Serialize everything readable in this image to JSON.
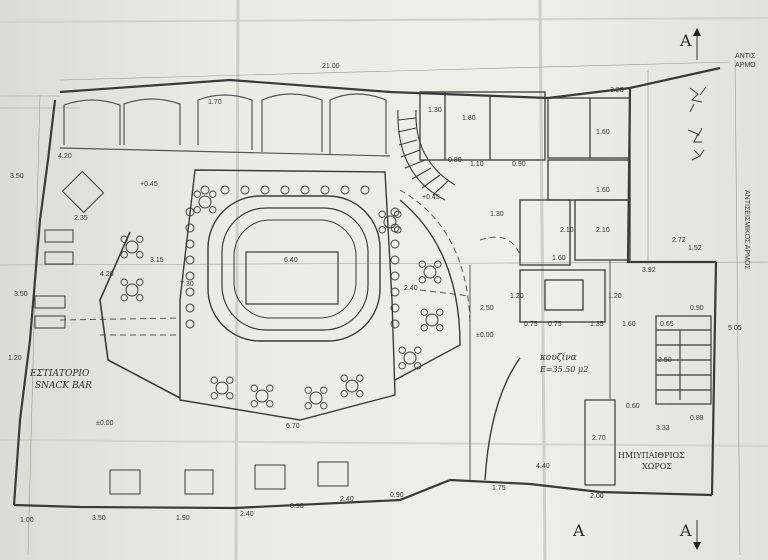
{
  "colors": {
    "paper": "#ecece7",
    "paper_shade": "#d8d8d2",
    "ink": "#3a3a3a",
    "fold": "#c9c9c2"
  },
  "labels": {
    "restaurant_line1": "ΕΣΤΙΑΤΟΡΙΟ",
    "restaurant_line2": "SNACK BAR",
    "kitchen": "κουζίνα",
    "kitchen_area": "E=35.50  μ2",
    "semi_outdoor_line1": "ΗΜΙΥΠΑΙΘΡΙΟΣ",
    "semi_outdoor_line2": "ΧΩΡΟΣ",
    "section_marker": "A",
    "neighbor_top": "ΑΝΤΙΣ",
    "neighbor_top2": "ΑΡΜΟ",
    "neighbor_side": "ΑΝΤΙΣΕΙΣΜΙΚΟΣ ΑΡΜΟΣ"
  },
  "elevations": {
    "upper_left": "+0.45",
    "upper_stair": "+0.45",
    "lower_left": "±0.00",
    "lower_right": "±0.00"
  },
  "dimensions": {
    "top_total": "21.00",
    "bottom_1": "1.00",
    "bottom_2": "3.50",
    "bottom_3": "1.90",
    "bottom_4": "2.40",
    "bottom_5": "0.90",
    "bottom_6": "2.40",
    "bottom_7": "0.90",
    "bottom_8": "1.75",
    "bottom_9": "2.00",
    "rink_inner": "6.40",
    "rink_outer": "6.70",
    "rink_side_left": "7.30",
    "rink_side_right": "2.40",
    "left_width": "3.15",
    "left_height_1": "3.50",
    "left_height_2": "3.50",
    "left_height_3": "4.20",
    "left_height_4": "1.20",
    "left_top": "2.35",
    "center_right": "2.50",
    "wc_1": "1.80",
    "wc_2": "1.10",
    "wc_3": "0.80",
    "wc_4": "0.90",
    "wc_5": "1.60",
    "wc_6": "1.60",
    "wc_7": "1.60",
    "wc_8": "2.10",
    "wc_9": "2.10",
    "wc_10": "1.30",
    "wc_11": "0.75",
    "wc_12": "0.75",
    "wc_13": "1.35",
    "right_1": "2.72",
    "right_2": "1.52",
    "right_3": "3.92",
    "right_4": "0.90",
    "right_5": "5.05",
    "right_6": "0.65",
    "right_7": "2.50",
    "right_8": "0.88",
    "right_9": "3.33",
    "right_10": "1.60",
    "right_11": "2.70",
    "right_12": "4.40",
    "right_13": "0.60",
    "wc_top_1": "1.30",
    "wc_top_2": "1.70",
    "wc_top_3": "3.28",
    "wc_left": "4.20",
    "door_1": "1.20",
    "door_2": "1.20"
  }
}
